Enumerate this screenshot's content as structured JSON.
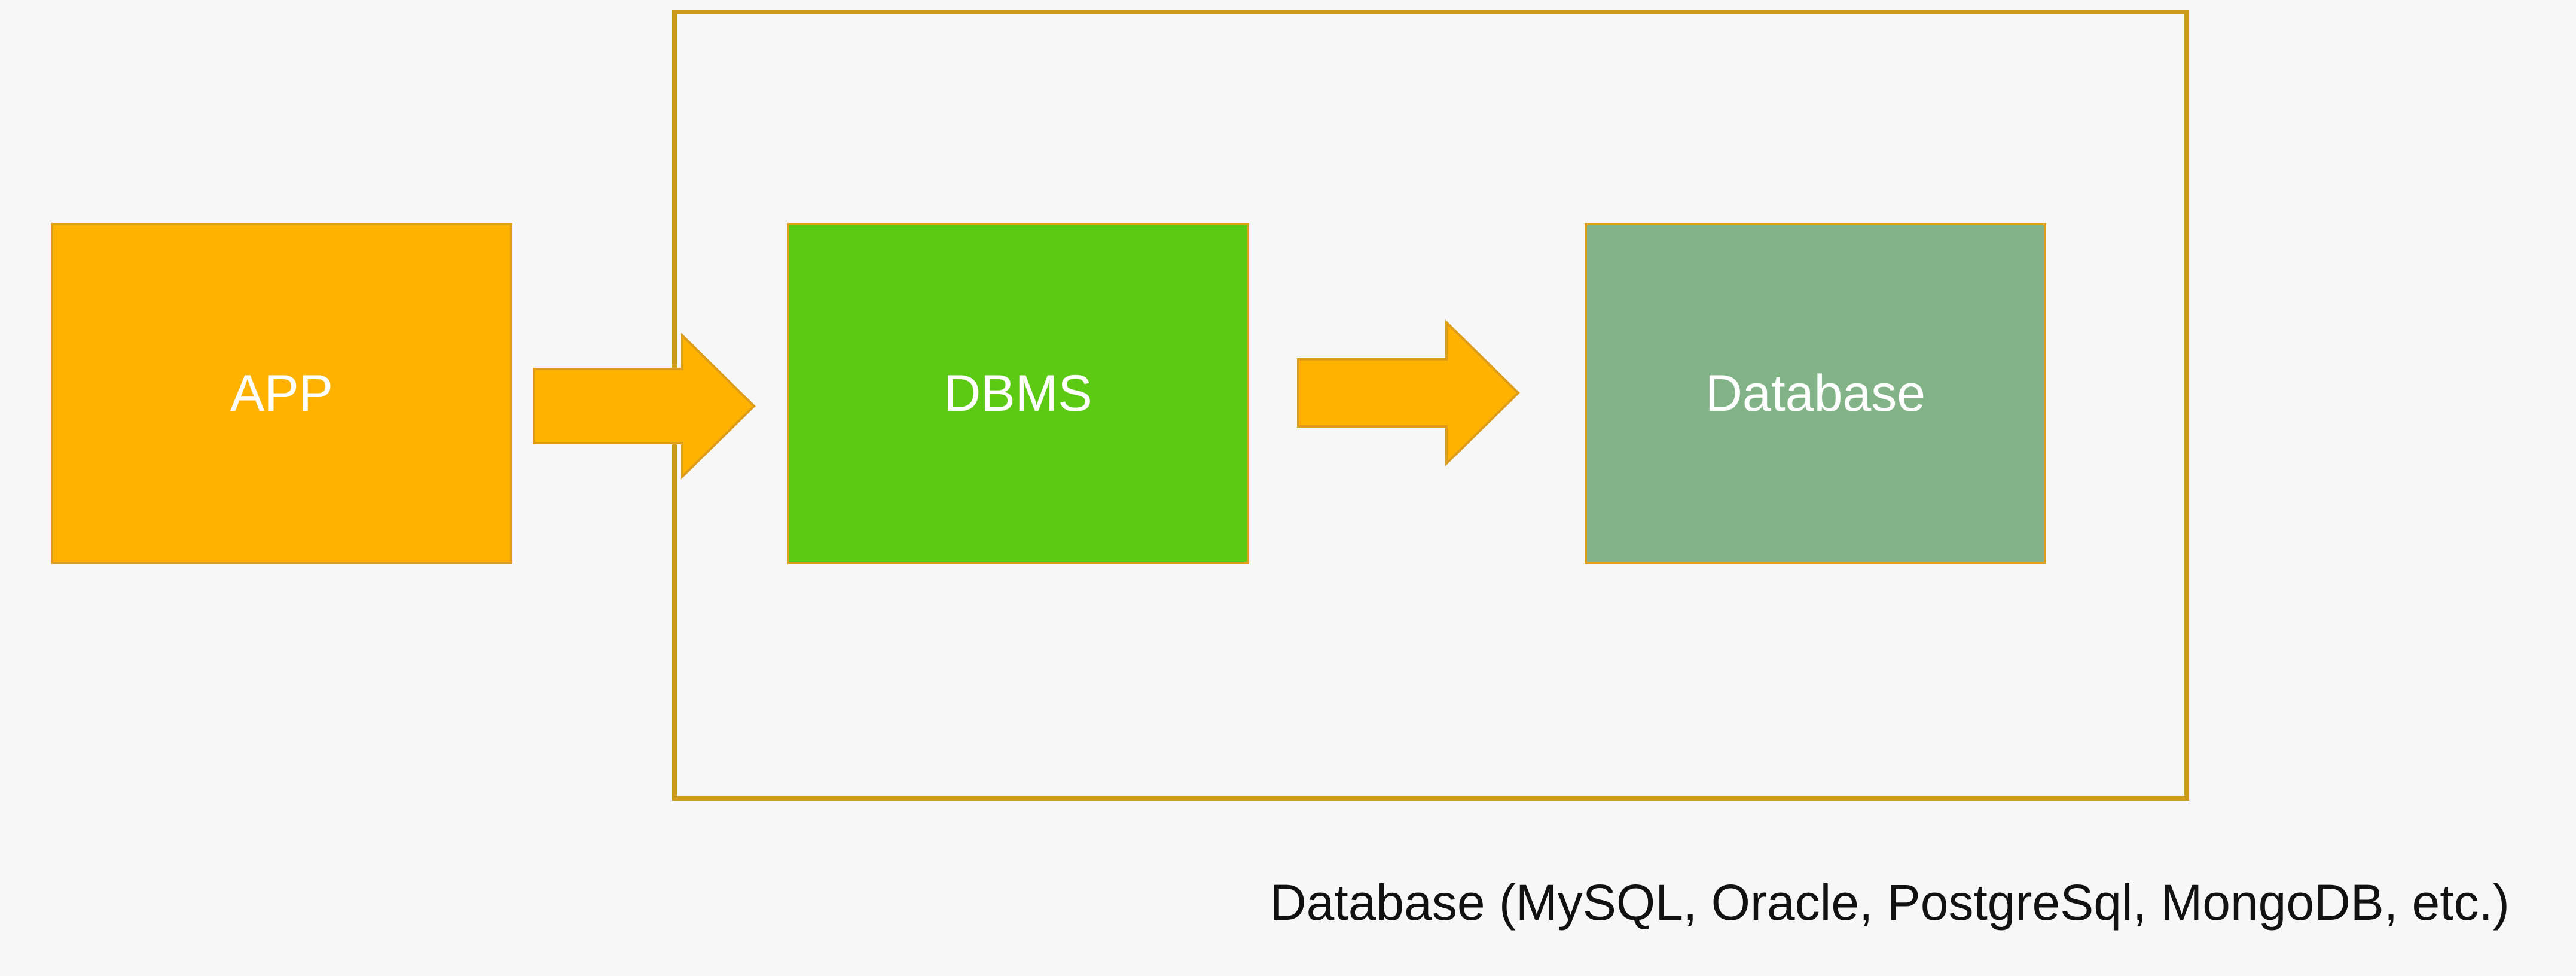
{
  "nodes": {
    "app": {
      "label": "APP",
      "fill": "#ffb300"
    },
    "dbms": {
      "label": "DBMS",
      "fill": "#5cca13"
    },
    "database": {
      "label": "Database",
      "fill": "#82b386"
    }
  },
  "edges": [
    {
      "from": "APP",
      "to": "DBMS",
      "fill": "#ffb300"
    },
    {
      "from": "DBMS",
      "to": "Database",
      "fill": "#ffb300"
    }
  ],
  "container": {
    "stroke": "#cd9a1c"
  },
  "caption": "Database (MySQL, Oracle, PostgreSql, MongoDB, etc.)"
}
